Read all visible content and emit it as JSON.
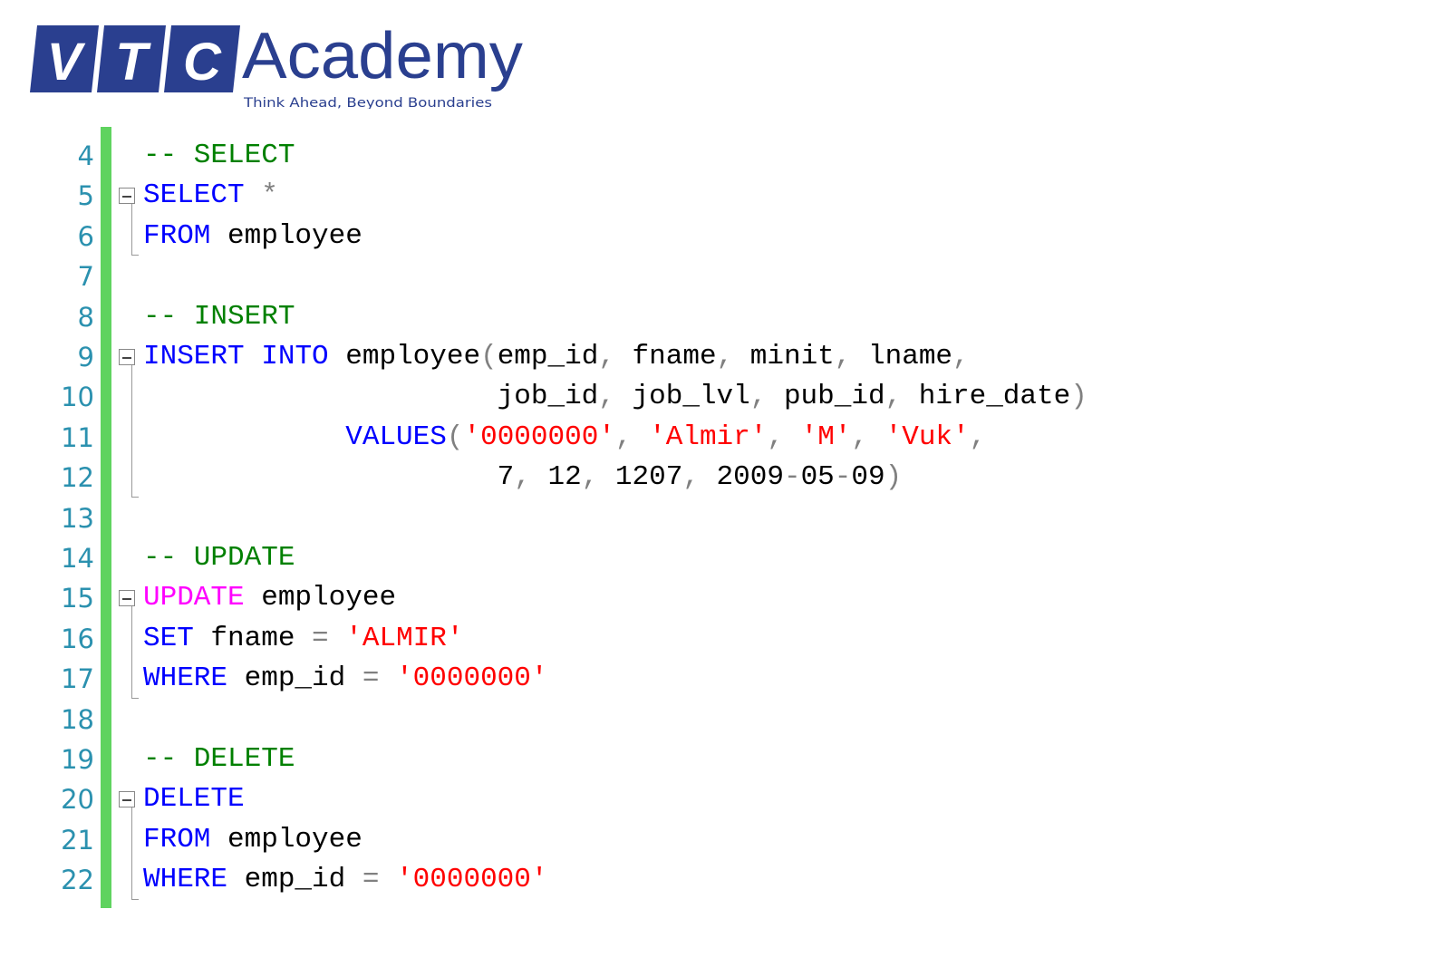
{
  "logo": {
    "letters": [
      "V",
      "T",
      "C"
    ],
    "name": "Academy",
    "tagline": "Think Ahead, Beyond Boundaries",
    "color": "#2a3f8f"
  },
  "colors": {
    "keyword": "#0000ff",
    "comment": "#008000",
    "string": "#ff0000",
    "punct": "#808080",
    "dml": "#ff00ff",
    "line_number": "#2b91af",
    "change_bar": "#5fd35f"
  },
  "lines": [
    {
      "n": "4",
      "tokens": [
        [
          "cm",
          "-- SELECT"
        ]
      ]
    },
    {
      "n": "5",
      "fold": true,
      "tokens": [
        [
          "kw",
          "SELECT"
        ],
        [
          "tx",
          " "
        ],
        [
          "pu",
          "*"
        ]
      ]
    },
    {
      "n": "6",
      "tokens": [
        [
          "kw",
          "FROM"
        ],
        [
          "tx",
          " employee"
        ]
      ]
    },
    {
      "n": "7",
      "tokens": []
    },
    {
      "n": "8",
      "tokens": [
        [
          "cm",
          "-- INSERT"
        ]
      ]
    },
    {
      "n": "9",
      "fold": true,
      "tokens": [
        [
          "kw",
          "INSERT"
        ],
        [
          "tx",
          " "
        ],
        [
          "kw",
          "INTO"
        ],
        [
          "tx",
          " employee"
        ],
        [
          "pu",
          "("
        ],
        [
          "tx",
          "emp_id"
        ],
        [
          "pu",
          ","
        ],
        [
          "tx",
          " fname"
        ],
        [
          "pu",
          ","
        ],
        [
          "tx",
          " minit"
        ],
        [
          "pu",
          ","
        ],
        [
          "tx",
          " lname"
        ],
        [
          "pu",
          ","
        ]
      ]
    },
    {
      "n": "10",
      "tokens": [
        [
          "tx",
          "                     job_id"
        ],
        [
          "pu",
          ","
        ],
        [
          "tx",
          " job_lvl"
        ],
        [
          "pu",
          ","
        ],
        [
          "tx",
          " pub_id"
        ],
        [
          "pu",
          ","
        ],
        [
          "tx",
          " hire_date"
        ],
        [
          "pu",
          ")"
        ]
      ]
    },
    {
      "n": "11",
      "tokens": [
        [
          "tx",
          "            "
        ],
        [
          "kw",
          "VALUES"
        ],
        [
          "pu",
          "("
        ],
        [
          "st",
          "'0000000'"
        ],
        [
          "pu",
          ","
        ],
        [
          "tx",
          " "
        ],
        [
          "st",
          "'Almir'"
        ],
        [
          "pu",
          ","
        ],
        [
          "tx",
          " "
        ],
        [
          "st",
          "'M'"
        ],
        [
          "pu",
          ","
        ],
        [
          "tx",
          " "
        ],
        [
          "st",
          "'Vuk'"
        ],
        [
          "pu",
          ","
        ]
      ]
    },
    {
      "n": "12",
      "tokens": [
        [
          "tx",
          "                     7"
        ],
        [
          "pu",
          ","
        ],
        [
          "tx",
          " 12"
        ],
        [
          "pu",
          ","
        ],
        [
          "tx",
          " 1207"
        ],
        [
          "pu",
          ","
        ],
        [
          "tx",
          " 2009"
        ],
        [
          "pu",
          "-"
        ],
        [
          "tx",
          "05"
        ],
        [
          "pu",
          "-"
        ],
        [
          "tx",
          "09"
        ],
        [
          "pu",
          ")"
        ]
      ]
    },
    {
      "n": "13",
      "tokens": []
    },
    {
      "n": "14",
      "tokens": [
        [
          "cm",
          "-- UPDATE"
        ]
      ]
    },
    {
      "n": "15",
      "fold": true,
      "tokens": [
        [
          "mg",
          "UPDATE"
        ],
        [
          "tx",
          " employee"
        ]
      ]
    },
    {
      "n": "16",
      "tokens": [
        [
          "kw",
          "SET"
        ],
        [
          "tx",
          " fname "
        ],
        [
          "pu",
          "="
        ],
        [
          "tx",
          " "
        ],
        [
          "st",
          "'ALMIR'"
        ]
      ]
    },
    {
      "n": "17",
      "tokens": [
        [
          "kw",
          "WHERE"
        ],
        [
          "tx",
          " emp_id "
        ],
        [
          "pu",
          "="
        ],
        [
          "tx",
          " "
        ],
        [
          "st",
          "'0000000'"
        ]
      ]
    },
    {
      "n": "18",
      "tokens": []
    },
    {
      "n": "19",
      "tokens": [
        [
          "cm",
          "-- DELETE"
        ]
      ]
    },
    {
      "n": "20",
      "fold": true,
      "tokens": [
        [
          "kw",
          "DELETE"
        ]
      ]
    },
    {
      "n": "21",
      "tokens": [
        [
          "kw",
          "FROM"
        ],
        [
          "tx",
          " employee"
        ]
      ]
    },
    {
      "n": "22",
      "tokens": [
        [
          "kw",
          "WHERE"
        ],
        [
          "tx",
          " emp_id "
        ],
        [
          "pu",
          "="
        ],
        [
          "tx",
          " "
        ],
        [
          "st",
          "'0000000'"
        ]
      ]
    }
  ]
}
